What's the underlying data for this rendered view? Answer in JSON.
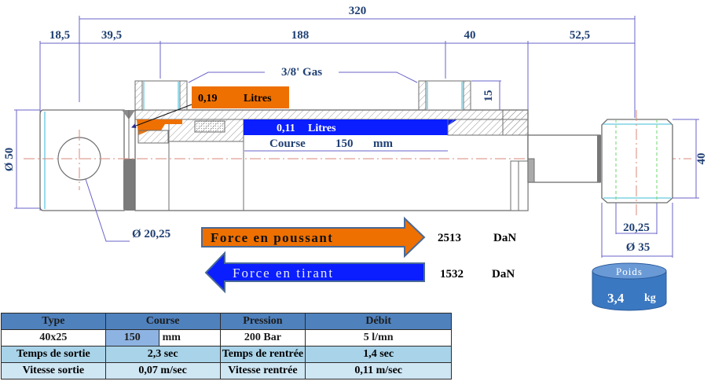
{
  "dimensions": {
    "overall_length": "320",
    "d1": "18,5",
    "d2": "39,5",
    "d3": "188",
    "d4": "40",
    "d5": "52,5",
    "port_height": "15",
    "rod_eye_height": "40",
    "body_diameter": "Ø 50",
    "pin_diameter_left": "Ø 20,25",
    "pin_diameter_right": "20,25",
    "rod_eye_diameter": "Ø 35"
  },
  "labels": {
    "port_thread": "3/8' Gas",
    "volume_push_value": "0,19",
    "volume_push_unit": "Litres",
    "volume_pull_value": "0,11",
    "volume_pull_unit": "Litres",
    "stroke_label": "Course",
    "stroke_value": "150",
    "stroke_unit": "mm"
  },
  "forces": {
    "push_label": "Force en poussant",
    "push_value": "2513",
    "push_unit": "DaN",
    "pull_label": "Force en tirant",
    "pull_value": "1532",
    "pull_unit": "DaN"
  },
  "weight": {
    "label": "Poids",
    "value": "3,4",
    "unit": "kg"
  },
  "table": {
    "headers": [
      "Type",
      "Course",
      "Pression",
      "Débit"
    ],
    "type_value": "40x25",
    "course_value": "150",
    "course_unit": "mm",
    "pression_value": "200 Bar",
    "debit_value": "5 l/mn",
    "row3": [
      "Temps de sortie",
      "2,3 sec",
      "Temps de rentrée",
      "1,4 sec"
    ],
    "row4": [
      "Vitesse sortie",
      "0,07 m/sec",
      "Vitesse rentrée",
      "0,11 m/sec"
    ]
  },
  "colors": {
    "push_orange": "#ee7000",
    "pull_blue": "#0a1eff",
    "header_blue": "#4f81bd",
    "weight_blue": "#3b78c2"
  }
}
